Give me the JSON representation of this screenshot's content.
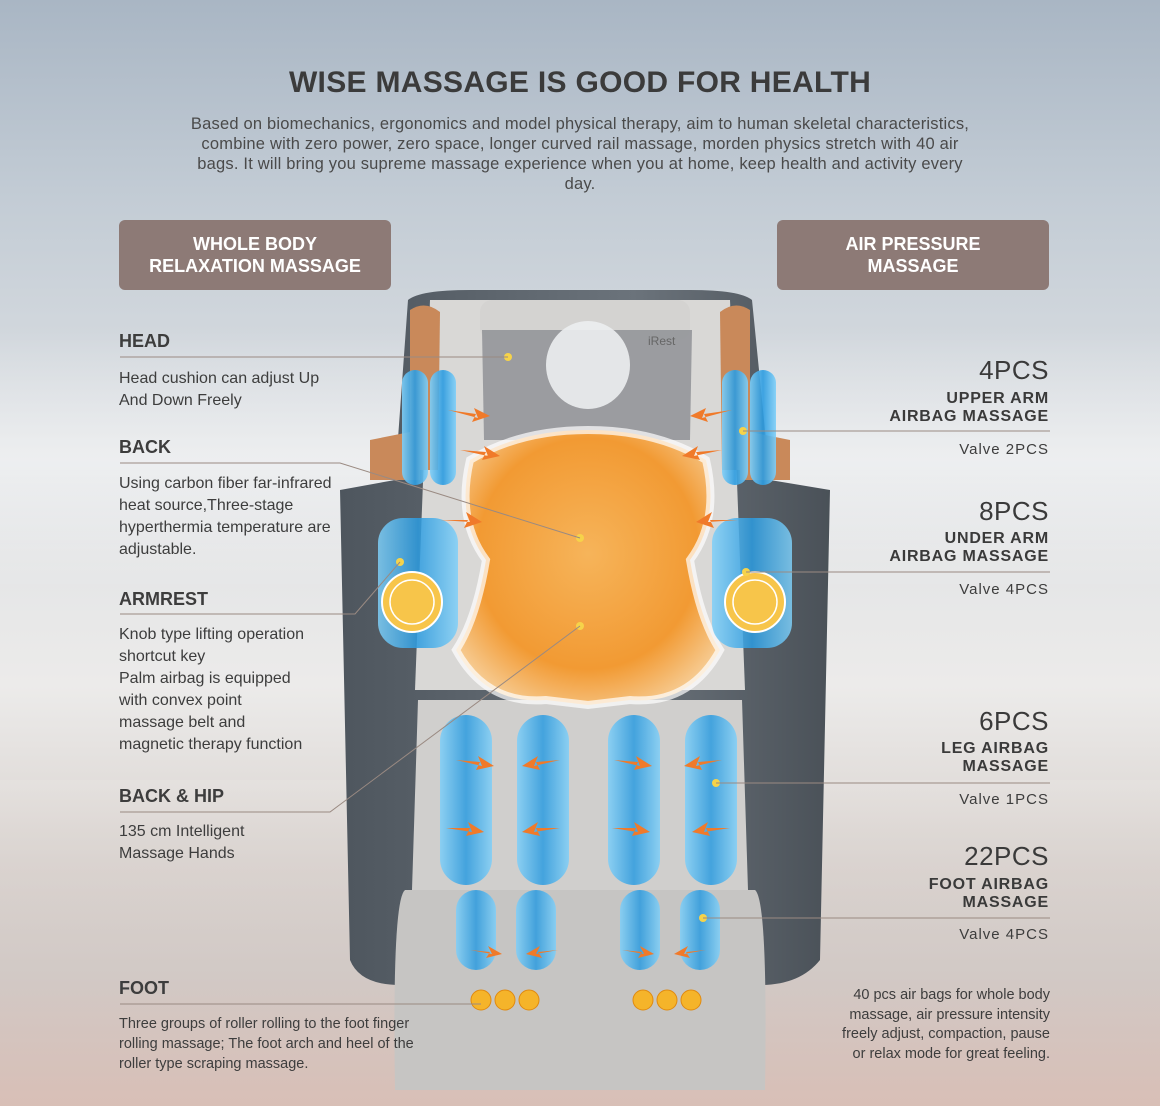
{
  "title": "WISE MASSAGE IS GOOD FOR HEALTH",
  "intro": "Based on biomechanics, ergonomics and model physical therapy, aim to human skeletal characteristics, combine with zero power, zero space, longer curved rail massage, morden physics stretch with 40 air bags. It will bring you supreme massage experience when you at home, keep health and activity every day.",
  "banners": {
    "left": "WHOLE BODY\nRELAXATION MASSAGE",
    "right": "AIR PRESSURE\nMASSAGE"
  },
  "brand": "iRest",
  "left_features": [
    {
      "title": "HEAD",
      "text": "Head cushion can adjust Up\nAnd Down Freely"
    },
    {
      "title": "BACK",
      "text": "Using carbon fiber far-infrared\nheat source,Three-stage\nhyperthermia temperature are\nadjustable."
    },
    {
      "title": "ARMREST",
      "text": "Knob type lifting operation\nshortcut key\nPalm airbag is equipped\nwith convex point\nmassage belt and\nmagnetic therapy function"
    },
    {
      "title": "BACK & HIP",
      "text": "135 cm  Intelligent\nMassage  Hands"
    },
    {
      "title": "FOOT",
      "text": "Three groups of roller rolling to the foot finger rolling massage; The foot arch and heel of the roller type scraping massage."
    }
  ],
  "right_features": [
    {
      "count": "4PCS",
      "title": "UPPER ARM\nAIRBAG MASSAGE",
      "valve": "Valve  2PCS"
    },
    {
      "count": "8PCS",
      "title": "UNDER ARM\nAIRBAG MASSAGE",
      "valve": "Valve  4PCS"
    },
    {
      "count": "6PCS",
      "title": "LEG AIRBAG\nMASSAGE",
      "valve": "Valve  1PCS"
    },
    {
      "count": "22PCS",
      "title": "FOOT AIRBAG\nMASSAGE",
      "valve": "Valve  4PCS"
    }
  ],
  "footnote": "40 pcs air bags for whole body\nmassage, air pressure intensity\nfreely adjust, compaction, pause\nor relax mode for great feeling.",
  "colors": {
    "banner": "#8d7a76",
    "airbag": "#3aa6e6",
    "heat": "#f3a640",
    "arrow": "#f07a2a",
    "chair_dark": "#5b636b",
    "chair_light": "#d9d8d6"
  }
}
